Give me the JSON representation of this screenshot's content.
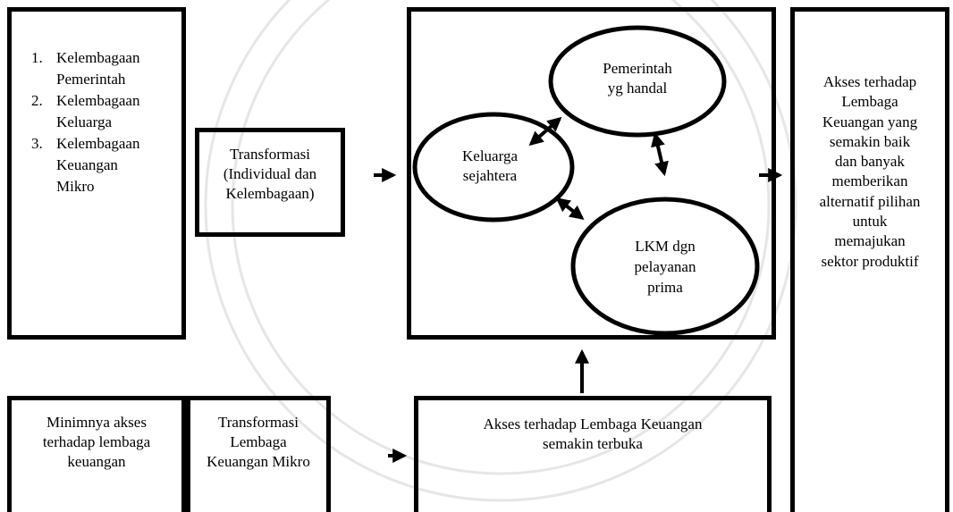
{
  "box_left_top": {
    "items": [
      {
        "num": "1.",
        "lines": [
          "Kelembagaan",
          "Pemerintah"
        ]
      },
      {
        "num": "2.",
        "lines": [
          "Kelembagaan",
          "Keluarga"
        ]
      },
      {
        "num": "3.",
        "lines": [
          "Kelembagaan",
          "Keuangan",
          "Mikro"
        ]
      }
    ]
  },
  "box_transform1": {
    "lines": [
      "Transformasi",
      "(Individual dan",
      "Kelembagaan)"
    ]
  },
  "center": {
    "ellipse_pemerintah": {
      "lines": [
        "Pemerintah",
        "yg handal"
      ]
    },
    "ellipse_keluarga": {
      "lines": [
        "Keluarga",
        "sejahtera"
      ]
    },
    "ellipse_lkm": {
      "lines": [
        "LKM dgn",
        "pelayanan",
        "prima"
      ]
    }
  },
  "box_right": {
    "lines": [
      "Akses terhadap",
      "Lembaga",
      "Keuangan yang",
      "semakin baik",
      "dan banyak",
      "memberikan",
      "alternatif pilihan",
      "untuk",
      "memajukan",
      "sektor produktif"
    ]
  },
  "box_bottom_left": {
    "lines": [
      "Minimnya akses",
      "terhadap lembaga",
      "keuangan"
    ]
  },
  "box_transform2": {
    "lines": [
      "Transformasi",
      "Lembaga",
      "Keuangan Mikro"
    ]
  },
  "box_akses_terbuka": {
    "lines": [
      "Akses terhadap Lembaga Keuangan",
      "semakin terbuka"
    ]
  }
}
